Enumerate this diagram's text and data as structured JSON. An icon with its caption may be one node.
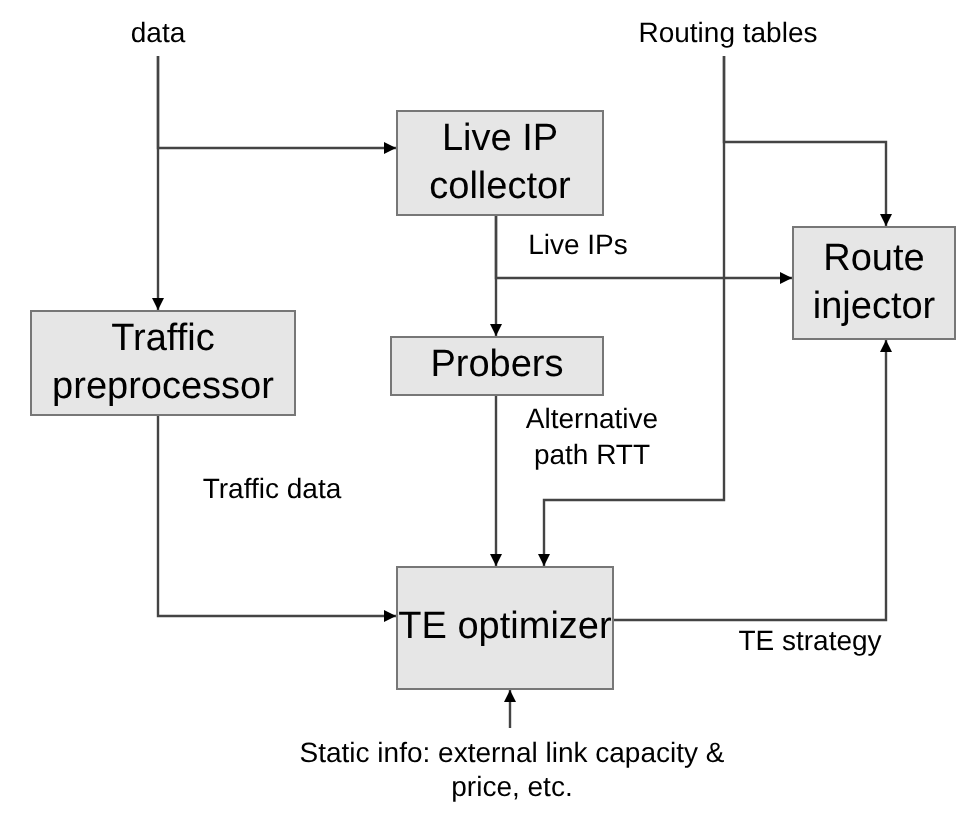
{
  "diagram": {
    "nodes": [
      {
        "text": [
          "data"
        ]
      },
      {
        "text": [
          "Routing tables"
        ]
      },
      {
        "text": [
          "Live IP collector"
        ]
      },
      {
        "text": [
          "Traffic preprocessor"
        ]
      },
      {
        "text": [
          "Probers"
        ]
      },
      {
        "text": [
          "Route injector"
        ]
      },
      {
        "text": [
          "TE optimizer"
        ]
      },
      {
        "text": [
          "Static info: external link capacity & price, etc."
        ]
      }
    ],
    "edges": [
      {
        "from": 0,
        "to": 2,
        "arrow": "to"
      },
      {
        "from": 0,
        "to": 3,
        "arrow": "to"
      },
      {
        "from": 2,
        "to": 4,
        "arrow": "to"
      },
      {
        "from": 2,
        "to": 5,
        "arrow": "to",
        "label": "Live IPs"
      },
      {
        "from": 1,
        "to": 5,
        "arrow": "to"
      },
      {
        "from": 1,
        "to": 6,
        "arrow": "to"
      },
      {
        "from": 3,
        "to": 6,
        "arrow": "to",
        "label": "Traffic data"
      },
      {
        "from": 4,
        "to": 6,
        "arrow": "to",
        "label": "Alternative path RTT"
      },
      {
        "from": 6,
        "to": 5,
        "arrow": "to",
        "label": "TE strategy"
      },
      {
        "from": 7,
        "to": 6,
        "arrow": "to"
      }
    ]
  }
}
